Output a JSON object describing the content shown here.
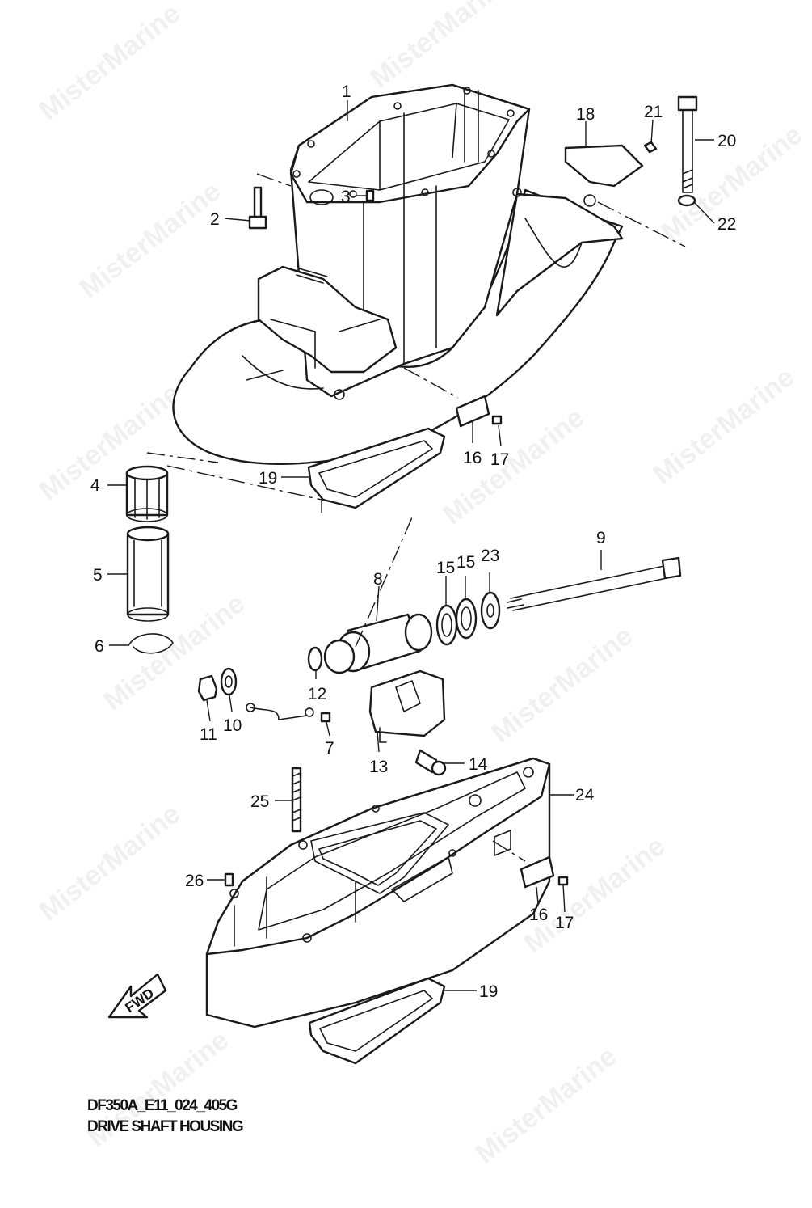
{
  "diagram": {
    "code": "DF350A_E11_024_405G",
    "title": "DRIVE SHAFT HOUSING",
    "watermark": "MisterMarine",
    "direction_arrow": "FWD"
  },
  "callouts": [
    {
      "id": "c1",
      "label": "1"
    },
    {
      "id": "c2",
      "label": "2"
    },
    {
      "id": "c3",
      "label": "3"
    },
    {
      "id": "c4",
      "label": "4"
    },
    {
      "id": "c5",
      "label": "5"
    },
    {
      "id": "c6",
      "label": "6"
    },
    {
      "id": "c7",
      "label": "7"
    },
    {
      "id": "c8",
      "label": "8"
    },
    {
      "id": "c9",
      "label": "9"
    },
    {
      "id": "c10",
      "label": "10"
    },
    {
      "id": "c11",
      "label": "11"
    },
    {
      "id": "c12",
      "label": "12"
    },
    {
      "id": "c13",
      "label": "13"
    },
    {
      "id": "c14",
      "label": "14"
    },
    {
      "id": "c15a",
      "label": "15"
    },
    {
      "id": "c15b",
      "label": "15"
    },
    {
      "id": "c16a",
      "label": "16"
    },
    {
      "id": "c16b",
      "label": "16"
    },
    {
      "id": "c17a",
      "label": "17"
    },
    {
      "id": "c17b",
      "label": "17"
    },
    {
      "id": "c18",
      "label": "18"
    },
    {
      "id": "c19a",
      "label": "19"
    },
    {
      "id": "c19b",
      "label": "19"
    },
    {
      "id": "c20",
      "label": "20"
    },
    {
      "id": "c21",
      "label": "21"
    },
    {
      "id": "c22",
      "label": "22"
    },
    {
      "id": "c23",
      "label": "23"
    },
    {
      "id": "c24",
      "label": "24"
    },
    {
      "id": "c25",
      "label": "25"
    },
    {
      "id": "c26",
      "label": "26"
    }
  ]
}
